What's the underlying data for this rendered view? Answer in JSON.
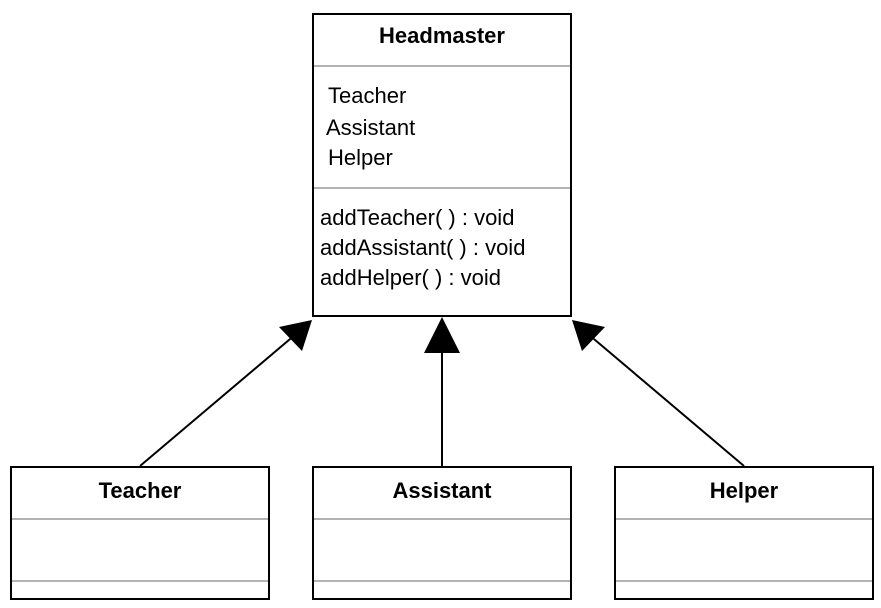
{
  "headmaster": {
    "name": "Headmaster",
    "attributes": [
      "Teacher",
      "Assistant",
      "Helper"
    ],
    "operations": [
      "addTeacher( ) : void",
      "addAssistant( ) : void",
      "addHelper( ) : void"
    ]
  },
  "subclasses": [
    {
      "name": "Teacher"
    },
    {
      "name": "Assistant"
    },
    {
      "name": "Helper"
    }
  ],
  "relationships": [
    {
      "from": "Teacher",
      "to": "Headmaster",
      "type": "generalization"
    },
    {
      "from": "Assistant",
      "to": "Headmaster",
      "type": "generalization"
    },
    {
      "from": "Helper",
      "to": "Headmaster",
      "type": "generalization"
    }
  ],
  "colors": {
    "line": "#000000",
    "divider": "#b3b3b3",
    "background": "#ffffff"
  }
}
